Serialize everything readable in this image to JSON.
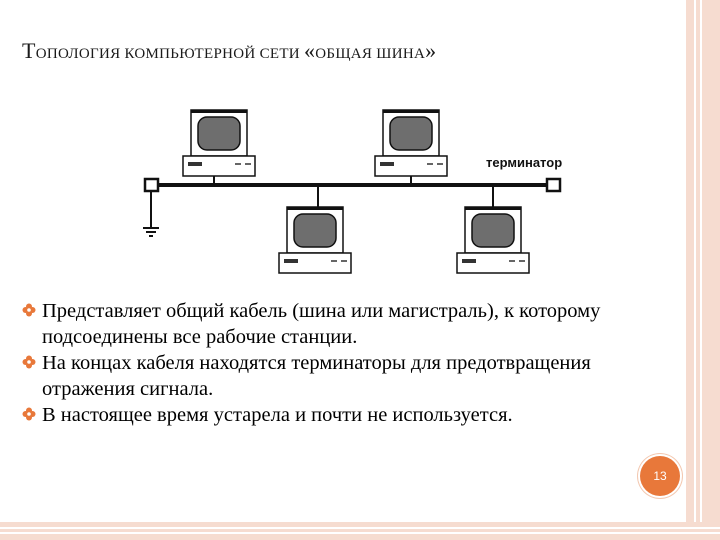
{
  "slide": {
    "title_first_letter": "Т",
    "title_rest_1": "ОПОЛОГИЯ КОМПЬЮТЕРНОЙ СЕТИ ",
    "title_quote_open": "«",
    "title_rest_2": "ОБЩАЯ ШИНА",
    "title_quote_close": "»",
    "page_number": "13",
    "accent_color": "#e8783a",
    "frame_color": "#f6dcd0"
  },
  "diagram": {
    "terminator_label": "терминатор",
    "workstations_count_label": "",
    "icons": {
      "workstation": "computer-icon",
      "terminator": "terminator-icon",
      "ground": "ground-icon"
    }
  },
  "bullets": [
    {
      "text": "Представляет общий кабель (шина или магистраль), к которому подсоединены все рабочие станции.",
      "icon": "flower-bullet-icon"
    },
    {
      "text": "На концах кабеля находятся терминаторы для предотвращения отражения сигнала.",
      "icon": "flower-bullet-icon"
    },
    {
      "text": "В настоящее время устарела и почти не используется.",
      "icon": "flower-bullet-icon"
    }
  ]
}
